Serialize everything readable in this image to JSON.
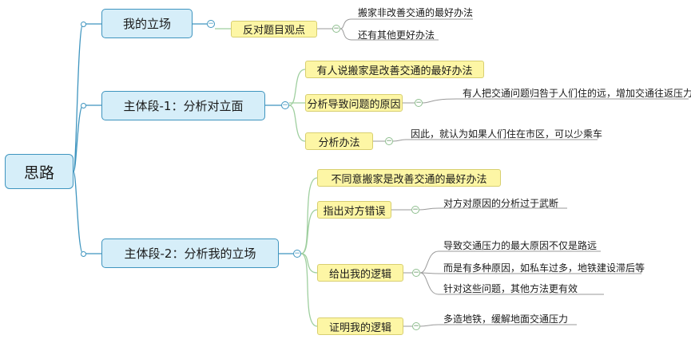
{
  "root": {
    "label": "思路"
  },
  "branches": [
    {
      "label": "我的立场",
      "children": [
        {
          "label": "反对题目观点",
          "leaves": [
            "搬家非改善交通的最好办法",
            "还有其他更好办法"
          ]
        }
      ]
    },
    {
      "label": "主体段-1：分析对立面",
      "children": [
        {
          "label": "有人说搬家是改善交通的最好办法",
          "leaves": []
        },
        {
          "label": "分析导致问题的原因",
          "leaves": [
            "有人把交通问题归咎于人们住的远，增加交通往返压力"
          ]
        },
        {
          "label": "分析办法",
          "leaves": [
            "因此，就认为如果人们住在市区，可以少乘车"
          ]
        }
      ]
    },
    {
      "label": "主体段-2：分析我的立场",
      "children": [
        {
          "label": "不同意搬家是改善交通的最好办法",
          "leaves": []
        },
        {
          "label": "指出对方错误",
          "leaves": [
            "对方对原因的分析过于武断"
          ]
        },
        {
          "label": "给出我的逻辑",
          "leaves": [
            "导致交通压力的最大原因不仅是路远",
            "而是有多种原因，如私车过多，地铁建设滞后等",
            "针对这些问题，其他方法更有效"
          ]
        },
        {
          "label": "证明我的逻辑",
          "leaves": [
            "多造地铁，缓解地面交通压力"
          ]
        }
      ]
    }
  ],
  "toggle_symbol": "−",
  "colors": {
    "main_fill": "#d6eef9",
    "main_border": "#3f95bf",
    "sub_fill": "#fdf6a5",
    "sub_border": "#d8cf70",
    "connector_blue": "#3f95bf",
    "connector_green": "#9fcf9f",
    "leaf_line": "#9a9a9a"
  }
}
